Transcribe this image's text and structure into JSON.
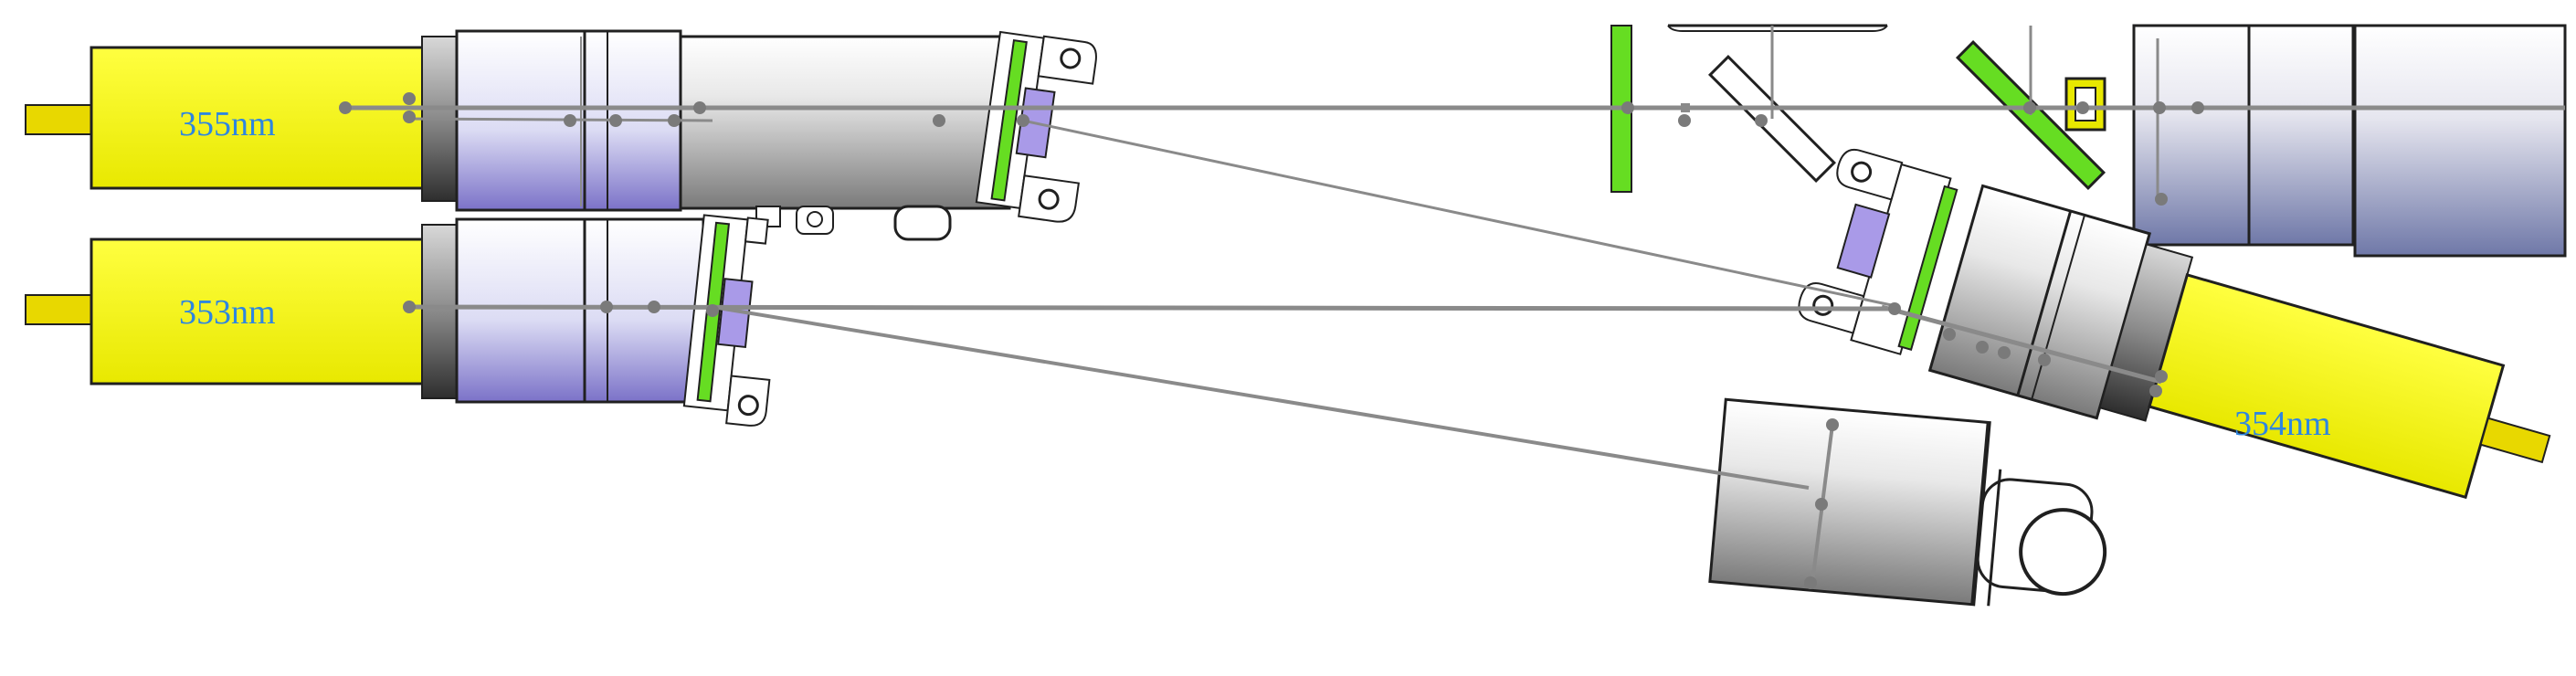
{
  "labels": {
    "laser_top_left": "355nm",
    "laser_mid_left": "353nm",
    "laser_right": "354nm"
  },
  "colors": {
    "laser_body": "#f2f200",
    "shaft": "#e8d800",
    "lens_green": "#66dd22",
    "optic_violet": "#a99ae8",
    "beam": "#8a8a8a",
    "label_text": "#2e86e0",
    "outline": "#202020"
  }
}
